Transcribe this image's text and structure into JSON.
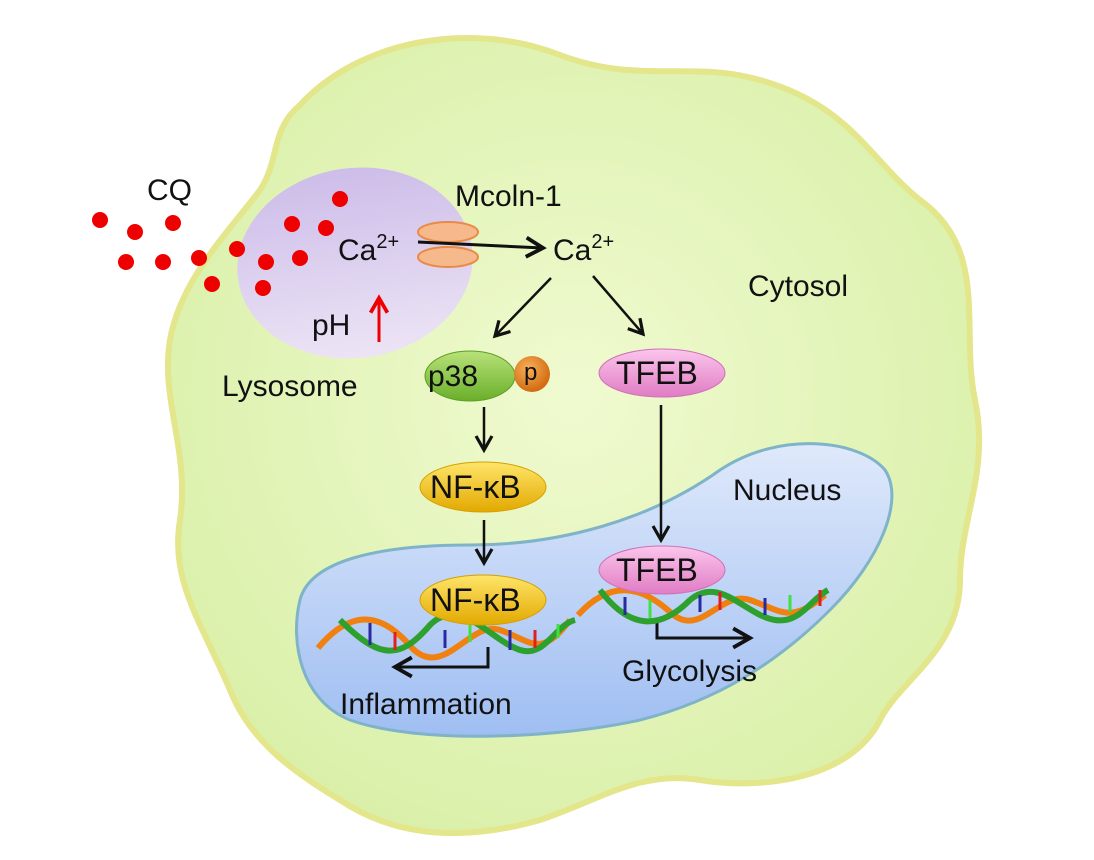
{
  "labels": {
    "drug": "CQ",
    "channel": "Mcoln-1",
    "calcium_lysosomal": "Ca",
    "calcium_cytosolic": "Ca",
    "calcium_superscript": "2+",
    "ph": "pH",
    "lysosome": "Lysosome",
    "cytosol": "Cytosol",
    "nucleus": "Nucleus",
    "p38": "p38",
    "phospho": "p",
    "tfeb_cytosolic": "TFEB",
    "tfeb_nuclear": "TFEB",
    "nfkb_cytosolic": "NF-κB",
    "nfkb_nuclear": "NF-κB",
    "inflammation": "Inflammation",
    "glycolysis": "Glycolysis"
  },
  "colors": {
    "cell_fill": "#e4f5b8",
    "cell_border": "#e6e890",
    "lysosome": "#d6c8ec",
    "nucleus": "#b9cff3",
    "nucleus_border": "#7fb3c8",
    "cq_dots": "#ee0000",
    "ph_arrow": "#ee0000",
    "channel": "#f6b98c",
    "p38": "#8ccc45",
    "phospho": "#e07a1e",
    "tfeb": "#f19bd5",
    "nfkb": "#f6c90c"
  }
}
